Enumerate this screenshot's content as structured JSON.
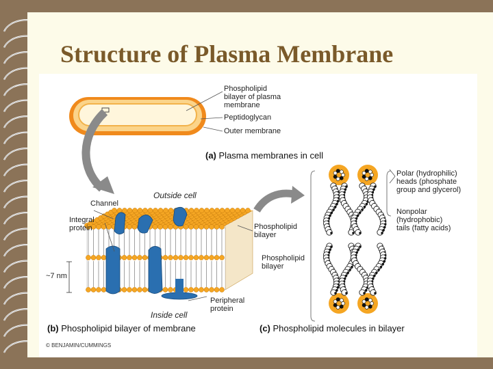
{
  "title": "Structure of Plasma Membrane",
  "panel_a": {
    "labels": [
      "Phospholipid\nbilayer of plasma\nmembrane",
      "Peptidoglycan",
      "Outer membrane"
    ],
    "caption_letter": "(a)",
    "caption": "Plasma membranes in cell"
  },
  "panel_b": {
    "outside": "Outside cell",
    "inside": "Inside cell",
    "channel": "Channel",
    "integral": "Integral\nprotein",
    "thickness": "~7 nm",
    "bilayer_right": "Phospholipid\nbilayer",
    "peripheral": "Peripheral\nprotein",
    "caption_letter": "(b)",
    "caption": "Phospholipid bilayer of membrane"
  },
  "panel_c": {
    "polar": "Polar (hydrophilic)\nheads (phosphate\ngroup and glycerol)",
    "nonpolar": "Nonpolar\n(hydrophobic)\ntails (fatty acids)",
    "bilayer_left": "Phospholipid\nbilayer",
    "caption_letter": "(c)",
    "caption": "Phospholipid molecules in bilayer"
  },
  "credit": "© BENJAMIN/CUMMINGS",
  "colors": {
    "background": "#8b7358",
    "slide": "#fdfbe9",
    "title": "#7a5a2a",
    "head": "#f5a623",
    "protein": "#2a6fb0",
    "arrow": "#8a8a8a"
  }
}
